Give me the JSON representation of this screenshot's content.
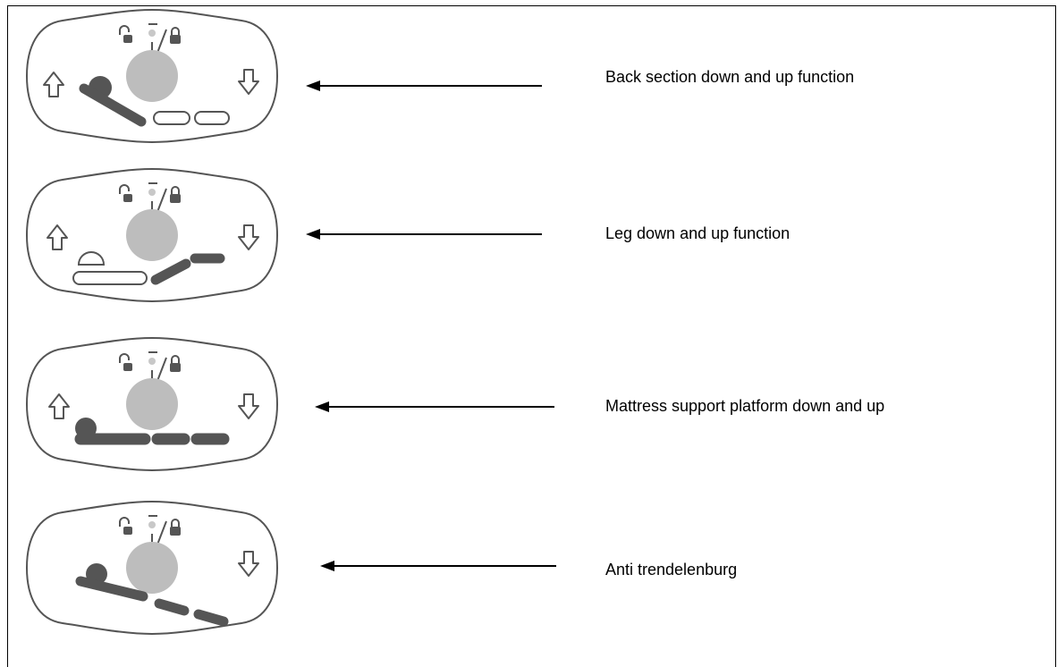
{
  "rows": [
    {
      "label": "Back section down and up function",
      "icon": "back-section-icon",
      "show_up_arrow": true
    },
    {
      "label": "Leg down and up function",
      "icon": "leg-section-icon",
      "show_up_arrow": true
    },
    {
      "label": "Mattress support platform down and up",
      "icon": "platform-icon",
      "show_up_arrow": true
    },
    {
      "label": "Anti trendelenburg",
      "icon": "anti-trendelenburg-icon",
      "show_up_arrow": false
    }
  ],
  "colors": {
    "icon_dark": "#555555",
    "knob": "#bdbdbd",
    "arrow": "#000000"
  }
}
